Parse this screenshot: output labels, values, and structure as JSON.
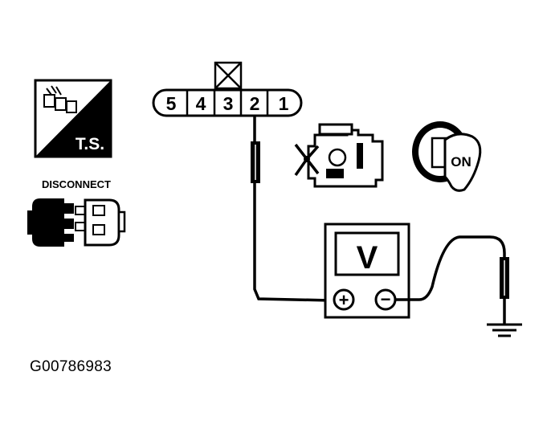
{
  "ts_icon": {
    "label": "T.S."
  },
  "disconnect_icon": {
    "label": "DISCONNECT"
  },
  "connector": {
    "pins": [
      "5",
      "4",
      "3",
      "2",
      "1"
    ],
    "probed_pin": "2"
  },
  "ignition_key": {
    "label": "ON"
  },
  "voltmeter": {
    "display": "V",
    "positive_terminal": "+",
    "negative_terminal": "−"
  },
  "ground": {
    "icon": "ground-symbol-icon"
  },
  "figure_id": "G00786983"
}
